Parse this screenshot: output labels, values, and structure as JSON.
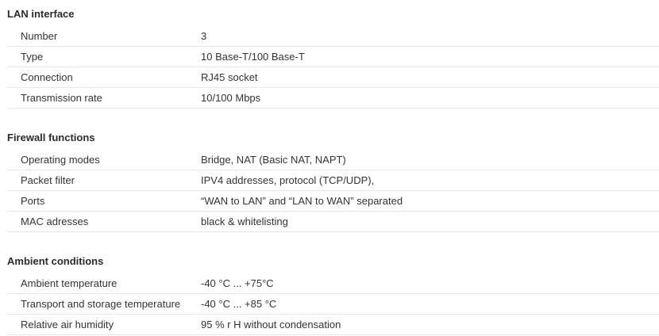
{
  "sections": [
    {
      "title": "LAN interface",
      "rows": [
        {
          "label": "Number",
          "value": "3"
        },
        {
          "label": "Type",
          "value": "10 Base-T/100 Base-T"
        },
        {
          "label": "Connection",
          "value": "RJ45 socket"
        },
        {
          "label": "Transmission rate",
          "value": "10/100 Mbps"
        }
      ]
    },
    {
      "title": "Firewall functions",
      "rows": [
        {
          "label": "Operating modes",
          "value": "Bridge, NAT (Basic NAT, NAPT)"
        },
        {
          "label": "Packet filter",
          "value": "IPV4 addresses, protocol (TCP/UDP),"
        },
        {
          "label": "Ports",
          "value": "“WAN to LAN” and “LAN to WAN” separated"
        },
        {
          "label": "MAC adresses",
          "value": "black & whitelisting"
        }
      ]
    },
    {
      "title": "Ambient conditions",
      "rows": [
        {
          "label": "Ambient temperature",
          "value": "-40 °C ... +75°C"
        },
        {
          "label": "Transport and storage temperature",
          "value": "-40 °C ... +85 °C"
        },
        {
          "label": "Relative air humidity",
          "value": "95 % r H without condensation"
        }
      ]
    }
  ]
}
